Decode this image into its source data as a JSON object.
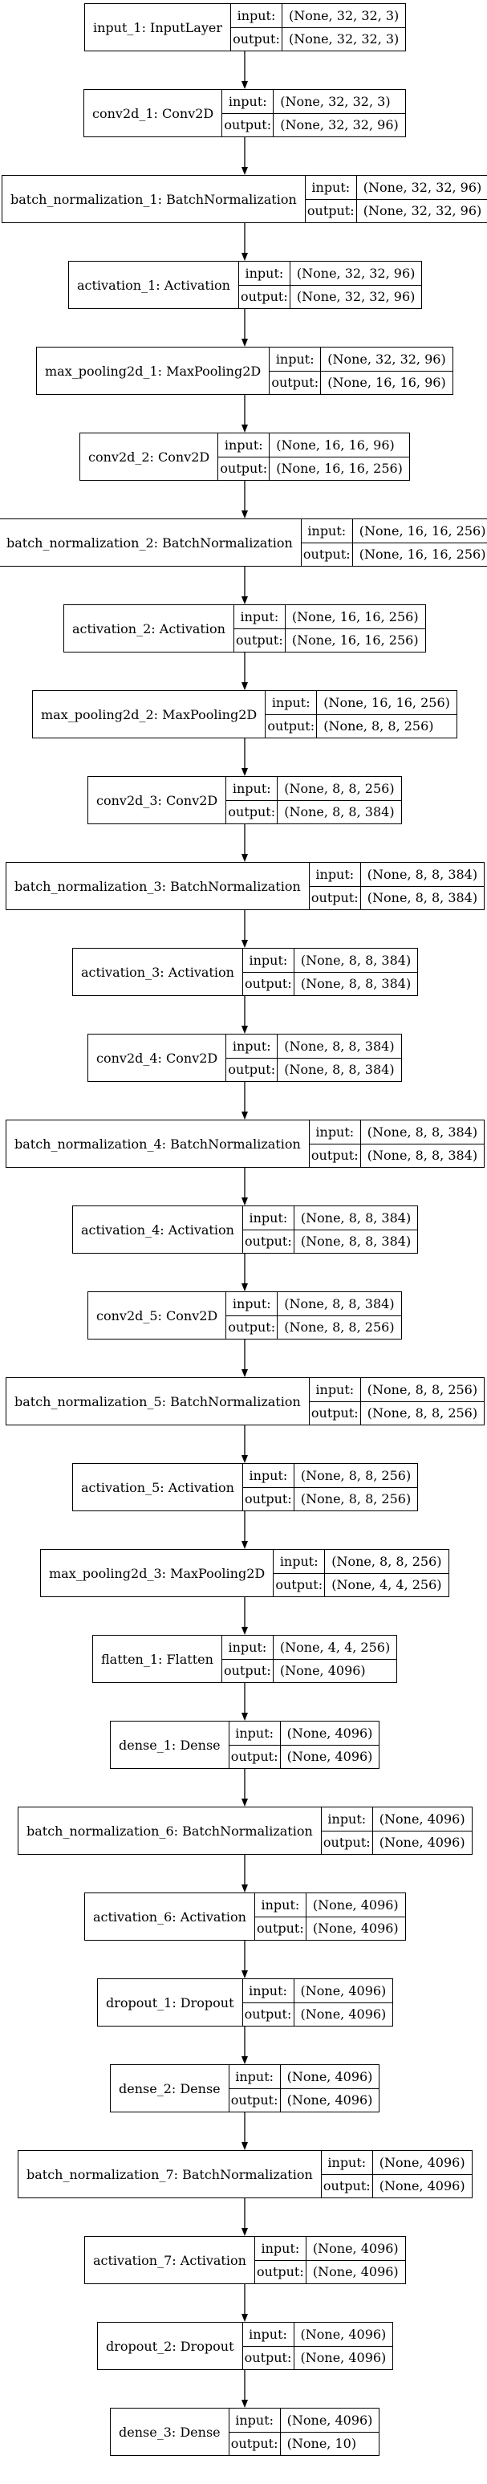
{
  "layers": [
    {
      "name": "input_1: InputLayer",
      "input_label": "input:",
      "output_label": "output:",
      "input": "(None, 32, 32, 3)",
      "output": "(None, 32, 32, 3)"
    },
    {
      "name": "conv2d_1: Conv2D",
      "input_label": "input:",
      "output_label": "output:",
      "input": "(None, 32, 32, 3)",
      "output": "(None, 32, 32, 96)"
    },
    {
      "name": "batch_normalization_1: BatchNormalization",
      "input_label": "input:",
      "output_label": "output:",
      "input": "(None, 32, 32, 96)",
      "output": "(None, 32, 32, 96)"
    },
    {
      "name": "activation_1: Activation",
      "input_label": "input:",
      "output_label": "output:",
      "input": "(None, 32, 32, 96)",
      "output": "(None, 32, 32, 96)"
    },
    {
      "name": "max_pooling2d_1: MaxPooling2D",
      "input_label": "input:",
      "output_label": "output:",
      "input": "(None, 32, 32, 96)",
      "output": "(None, 16, 16, 96)"
    },
    {
      "name": "conv2d_2: Conv2D",
      "input_label": "input:",
      "output_label": "output:",
      "input": "(None, 16, 16, 96)",
      "output": "(None, 16, 16, 256)"
    },
    {
      "name": "batch_normalization_2: BatchNormalization",
      "input_label": "input:",
      "output_label": "output:",
      "input": "(None, 16, 16, 256)",
      "output": "(None, 16, 16, 256)"
    },
    {
      "name": "activation_2: Activation",
      "input_label": "input:",
      "output_label": "output:",
      "input": "(None, 16, 16, 256)",
      "output": "(None, 16, 16, 256)"
    },
    {
      "name": "max_pooling2d_2: MaxPooling2D",
      "input_label": "input:",
      "output_label": "output:",
      "input": "(None, 16, 16, 256)",
      "output": "(None, 8, 8, 256)"
    },
    {
      "name": "conv2d_3: Conv2D",
      "input_label": "input:",
      "output_label": "output:",
      "input": "(None, 8, 8, 256)",
      "output": "(None, 8, 8, 384)"
    },
    {
      "name": "batch_normalization_3: BatchNormalization",
      "input_label": "input:",
      "output_label": "output:",
      "input": "(None, 8, 8, 384)",
      "output": "(None, 8, 8, 384)"
    },
    {
      "name": "activation_3: Activation",
      "input_label": "input:",
      "output_label": "output:",
      "input": "(None, 8, 8, 384)",
      "output": "(None, 8, 8, 384)"
    },
    {
      "name": "conv2d_4: Conv2D",
      "input_label": "input:",
      "output_label": "output:",
      "input": "(None, 8, 8, 384)",
      "output": "(None, 8, 8, 384)"
    },
    {
      "name": "batch_normalization_4: BatchNormalization",
      "input_label": "input:",
      "output_label": "output:",
      "input": "(None, 8, 8, 384)",
      "output": "(None, 8, 8, 384)"
    },
    {
      "name": "activation_4: Activation",
      "input_label": "input:",
      "output_label": "output:",
      "input": "(None, 8, 8, 384)",
      "output": "(None, 8, 8, 384)"
    },
    {
      "name": "conv2d_5: Conv2D",
      "input_label": "input:",
      "output_label": "output:",
      "input": "(None, 8, 8, 384)",
      "output": "(None, 8, 8, 256)"
    },
    {
      "name": "batch_normalization_5: BatchNormalization",
      "input_label": "input:",
      "output_label": "output:",
      "input": "(None, 8, 8, 256)",
      "output": "(None, 8, 8, 256)"
    },
    {
      "name": "activation_5: Activation",
      "input_label": "input:",
      "output_label": "output:",
      "input": "(None, 8, 8, 256)",
      "output": "(None, 8, 8, 256)"
    },
    {
      "name": "max_pooling2d_3: MaxPooling2D",
      "input_label": "input:",
      "output_label": "output:",
      "input": "(None, 8, 8, 256)",
      "output": "(None, 4, 4, 256)"
    },
    {
      "name": "flatten_1: Flatten",
      "input_label": "input:",
      "output_label": "output:",
      "input": "(None, 4, 4, 256)",
      "output": "(None, 4096)"
    },
    {
      "name": "dense_1: Dense",
      "input_label": "input:",
      "output_label": "output:",
      "input": "(None, 4096)",
      "output": "(None, 4096)"
    },
    {
      "name": "batch_normalization_6: BatchNormalization",
      "input_label": "input:",
      "output_label": "output:",
      "input": "(None, 4096)",
      "output": "(None, 4096)"
    },
    {
      "name": "activation_6: Activation",
      "input_label": "input:",
      "output_label": "output:",
      "input": "(None, 4096)",
      "output": "(None, 4096)"
    },
    {
      "name": "dropout_1: Dropout",
      "input_label": "input:",
      "output_label": "output:",
      "input": "(None, 4096)",
      "output": "(None, 4096)"
    },
    {
      "name": "dense_2: Dense",
      "input_label": "input:",
      "output_label": "output:",
      "input": "(None, 4096)",
      "output": "(None, 4096)"
    },
    {
      "name": "batch_normalization_7: BatchNormalization",
      "input_label": "input:",
      "output_label": "output:",
      "input": "(None, 4096)",
      "output": "(None, 4096)"
    },
    {
      "name": "activation_7: Activation",
      "input_label": "input:",
      "output_label": "output:",
      "input": "(None, 4096)",
      "output": "(None, 4096)"
    },
    {
      "name": "dropout_2: Dropout",
      "input_label": "input:",
      "output_label": "output:",
      "input": "(None, 4096)",
      "output": "(None, 4096)"
    },
    {
      "name": "dense_3: Dense",
      "input_label": "input:",
      "output_label": "output:",
      "input": "(None, 4096)",
      "output": "(None, 10)"
    }
  ],
  "colors": {
    "line": "#000000",
    "background": "#ffffff"
  }
}
